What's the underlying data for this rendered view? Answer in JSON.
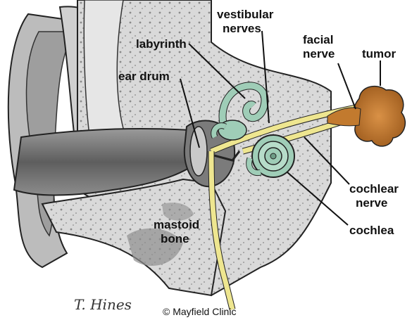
{
  "labels": {
    "vestibular_nerves": [
      "vestibular",
      "nerves"
    ],
    "labyrinth": "labyrinth",
    "facial_nerve": [
      "facial",
      "nerve"
    ],
    "tumor": "tumor",
    "ear_drum": "ear drum",
    "cochlear_nerve": [
      "cochlear",
      "nerve"
    ],
    "mastoid_bone": [
      "mastoid",
      "bone"
    ],
    "cochlea": "cochlea"
  },
  "credit": "© Mayfield Clinic",
  "signature": "T. Hines",
  "colors": {
    "bone": "#d6d6d6",
    "bone_dark": "#a8a8a8",
    "skin": "#bdbdbd",
    "canal": "#6e6e6e",
    "labyrinth": "#9fcdb7",
    "nerve": "#eee690",
    "tumor": "#c27a2e",
    "outline": "#222222"
  }
}
